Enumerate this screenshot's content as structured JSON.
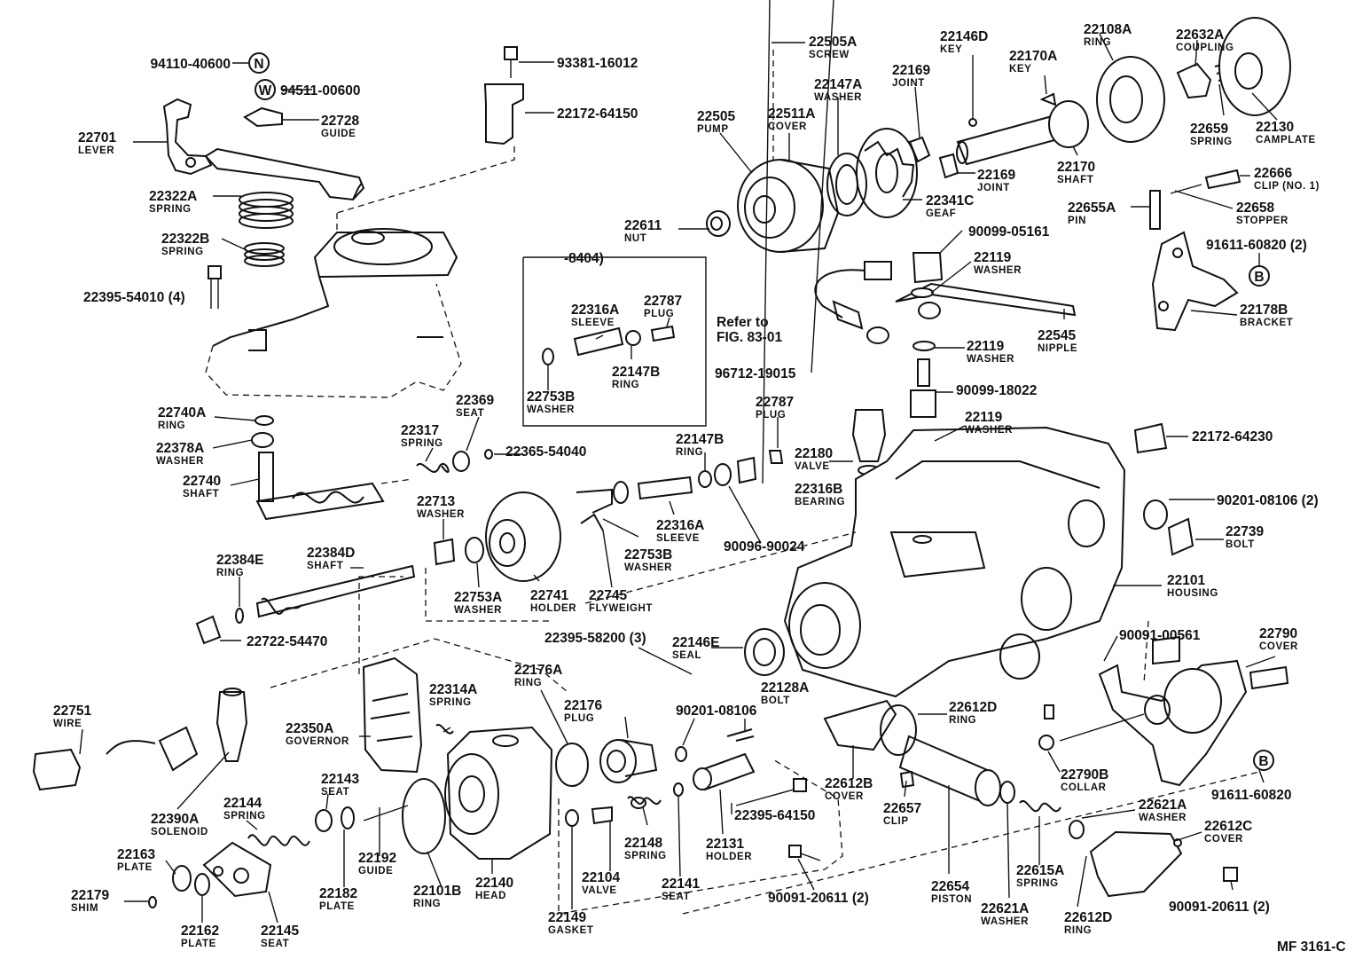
{
  "figure": {
    "code": "MF 3161-C",
    "bracket_note": "-8404)",
    "refer_line1": "Refer to",
    "refer_line2": "FIG. 83-01"
  },
  "parts": [
    {
      "id": "p0",
      "no": "94110-40600",
      "name": ""
    },
    {
      "id": "p1",
      "no": "94511-00600",
      "name": ""
    },
    {
      "id": "p2",
      "no": "93381-16012",
      "name": ""
    },
    {
      "id": "p3",
      "no": "22172-64150",
      "name": ""
    },
    {
      "id": "p4",
      "no": "22728",
      "name": "GUIDE"
    },
    {
      "id": "p5",
      "no": "22701",
      "name": "LEVER"
    },
    {
      "id": "p6",
      "no": "22322A",
      "name": "SPRING"
    },
    {
      "id": "p7",
      "no": "22322B",
      "name": "SPRING"
    },
    {
      "id": "p8",
      "no": "22395-54010 (4)",
      "name": ""
    },
    {
      "id": "p9",
      "no": "22505A",
      "name": "SCREW"
    },
    {
      "id": "p10",
      "no": "22146D",
      "name": "KEY"
    },
    {
      "id": "p11",
      "no": "22108A",
      "name": "RING"
    },
    {
      "id": "p12",
      "no": "22632A",
      "name": "COUPLING"
    },
    {
      "id": "p13",
      "no": "22170A",
      "name": "KEY"
    },
    {
      "id": "p14",
      "no": "22147A",
      "name": "WASHER"
    },
    {
      "id": "p15",
      "no": "22169",
      "name": "JOINT"
    },
    {
      "id": "p16",
      "no": "22505",
      "name": "PUMP"
    },
    {
      "id": "p17",
      "no": "22511A",
      "name": "COVER"
    },
    {
      "id": "p18",
      "no": "22659",
      "name": "SPRING"
    },
    {
      "id": "p19",
      "no": "22130",
      "name": "CAMPLATE"
    },
    {
      "id": "p20",
      "no": "22170",
      "name": "SHAFT"
    },
    {
      "id": "p21",
      "no": "22169",
      "name": "JOINT"
    },
    {
      "id": "p22",
      "no": "22666",
      "name": "CLIP (NO. 1)"
    },
    {
      "id": "p23",
      "no": "22341C",
      "name": "GEAF"
    },
    {
      "id": "p24",
      "no": "22658",
      "name": "STOPPER"
    },
    {
      "id": "p25",
      "no": "22655A",
      "name": "PIN"
    },
    {
      "id": "p26",
      "no": "22611",
      "name": "NUT"
    },
    {
      "id": "p27",
      "no": "90099-05161",
      "name": ""
    },
    {
      "id": "p28",
      "no": "91611-60820 (2)",
      "name": ""
    },
    {
      "id": "p29",
      "no": "22119",
      "name": "WASHER"
    },
    {
      "id": "p30",
      "no": "22178B",
      "name": "BRACKET"
    },
    {
      "id": "p31",
      "no": "22545",
      "name": "NIPPLE"
    },
    {
      "id": "p32",
      "no": "96712-19015",
      "name": ""
    },
    {
      "id": "p33",
      "no": "22119",
      "name": "WASHER"
    },
    {
      "id": "p34",
      "no": "90099-18022",
      "name": ""
    },
    {
      "id": "p35",
      "no": "22316A",
      "name": "SLEEVE"
    },
    {
      "id": "p36",
      "no": "22787",
      "name": "PLUG"
    },
    {
      "id": "p37",
      "no": "22147B",
      "name": "RING"
    },
    {
      "id": "p38",
      "no": "22753B",
      "name": "WASHER"
    },
    {
      "id": "p39",
      "no": "22787",
      "name": "PLUG"
    },
    {
      "id": "p40",
      "no": "22119",
      "name": "WASHER"
    },
    {
      "id": "p41",
      "no": "22369",
      "name": "SEAT"
    },
    {
      "id": "p42",
      "no": "22740A",
      "name": "RING"
    },
    {
      "id": "p43",
      "no": "22317",
      "name": "SPRING"
    },
    {
      "id": "p44",
      "no": "22378A",
      "name": "WASHER"
    },
    {
      "id": "p45",
      "no": "22365-54040",
      "name": ""
    },
    {
      "id": "p46",
      "no": "22147B",
      "name": "RING"
    },
    {
      "id": "p47",
      "no": "22180",
      "name": "VALVE"
    },
    {
      "id": "p48",
      "no": "22172-64230",
      "name": ""
    },
    {
      "id": "p49",
      "no": "22740",
      "name": "SHAFT"
    },
    {
      "id": "p50",
      "no": "22316B",
      "name": "BEARING"
    },
    {
      "id": "p51",
      "no": "90201-08106 (2)",
      "name": ""
    },
    {
      "id": "p52",
      "no": "22713",
      "name": "WASHER"
    },
    {
      "id": "p53",
      "no": "22316A",
      "name": "SLEEVE"
    },
    {
      "id": "p54",
      "no": "22753B",
      "name": "WASHER"
    },
    {
      "id": "p55",
      "no": "90096-90024",
      "name": ""
    },
    {
      "id": "p56",
      "no": "22739",
      "name": "BOLT"
    },
    {
      "id": "p57",
      "no": "22384D",
      "name": "SHAFT"
    },
    {
      "id": "p58",
      "no": "22384E",
      "name": "RING"
    },
    {
      "id": "p59",
      "no": "22101",
      "name": "HOUSING"
    },
    {
      "id": "p60",
      "no": "22741",
      "name": "HOLDER"
    },
    {
      "id": "p61",
      "no": "22745",
      "name": "FLYWEIGHT"
    },
    {
      "id": "p62",
      "no": "22753A",
      "name": "WASHER"
    },
    {
      "id": "p63",
      "no": "22722-54470",
      "name": ""
    },
    {
      "id": "p64",
      "no": "22395-58200 (3)",
      "name": ""
    },
    {
      "id": "p65",
      "no": "22146E",
      "name": "SEAL"
    },
    {
      "id": "p66",
      "no": "90091-00561",
      "name": ""
    },
    {
      "id": "p67",
      "no": "22790",
      "name": "COVER"
    },
    {
      "id": "p68",
      "no": "22176A",
      "name": "RING"
    },
    {
      "id": "p69",
      "no": "22128A",
      "name": "BOLT"
    },
    {
      "id": "p70",
      "no": "22176",
      "name": "PLUG"
    },
    {
      "id": "p71",
      "no": "90201-08106",
      "name": ""
    },
    {
      "id": "p72",
      "no": "22612D",
      "name": "RING"
    },
    {
      "id": "p73",
      "no": "22751",
      "name": "WIRE"
    },
    {
      "id": "p74",
      "no": "22314A",
      "name": "SPRING"
    },
    {
      "id": "p75",
      "no": "22350A",
      "name": "GOVERNOR"
    },
    {
      "id": "p76",
      "no": "22143",
      "name": "SEAT"
    },
    {
      "id": "p77",
      "no": "22612B",
      "name": "COVER"
    },
    {
      "id": "p78",
      "no": "22790B",
      "name": "COLLAR"
    },
    {
      "id": "p79",
      "no": "91611-60820",
      "name": ""
    },
    {
      "id": "p80",
      "no": "22390A",
      "name": "SOLENOID"
    },
    {
      "id": "p81",
      "no": "22144",
      "name": "SPRING"
    },
    {
      "id": "p82",
      "no": "22657",
      "name": "CLIP"
    },
    {
      "id": "p83",
      "no": "22395-64150",
      "name": ""
    },
    {
      "id": "p84",
      "no": "22621A",
      "name": "WASHER"
    },
    {
      "id": "p85",
      "no": "22612C",
      "name": "COVER"
    },
    {
      "id": "p86",
      "no": "22163",
      "name": "PLATE"
    },
    {
      "id": "p87",
      "no": "22192",
      "name": "GUIDE"
    },
    {
      "id": "p88",
      "no": "22148",
      "name": "SPRING"
    },
    {
      "id": "p89",
      "no": "22131",
      "name": "HOLDER"
    },
    {
      "id": "p90",
      "no": "22615A",
      "name": "SPRING"
    },
    {
      "id": "p91",
      "no": "22179",
      "name": "SHIM"
    },
    {
      "id": "p92",
      "no": "22182",
      "name": "PLATE"
    },
    {
      "id": "p93",
      "no": "22101B",
      "name": "RING"
    },
    {
      "id": "p94",
      "no": "22140",
      "name": "HEAD"
    },
    {
      "id": "p95",
      "no": "22104",
      "name": "VALVE"
    },
    {
      "id": "p96",
      "no": "22141",
      "name": "SEAT"
    },
    {
      "id": "p97",
      "no": "22654",
      "name": "PISTON"
    },
    {
      "id": "p98",
      "no": "90091-20611 (2)",
      "name": ""
    },
    {
      "id": "p99",
      "no": "22621A",
      "name": "WASHER"
    },
    {
      "id": "p100",
      "no": "22612D",
      "name": "RING"
    },
    {
      "id": "p101",
      "no": "90091-20611 (2)",
      "name": ""
    },
    {
      "id": "p102",
      "no": "22162",
      "name": "PLATE"
    },
    {
      "id": "p103",
      "no": "22145",
      "name": "SEAT"
    },
    {
      "id": "p104",
      "no": "22149",
      "name": "GASKET"
    }
  ],
  "markers": [
    {
      "id": "m0",
      "letter": "N"
    },
    {
      "id": "m1",
      "letter": "W"
    },
    {
      "id": "m2",
      "letter": "B"
    },
    {
      "id": "m3",
      "letter": "B"
    }
  ]
}
